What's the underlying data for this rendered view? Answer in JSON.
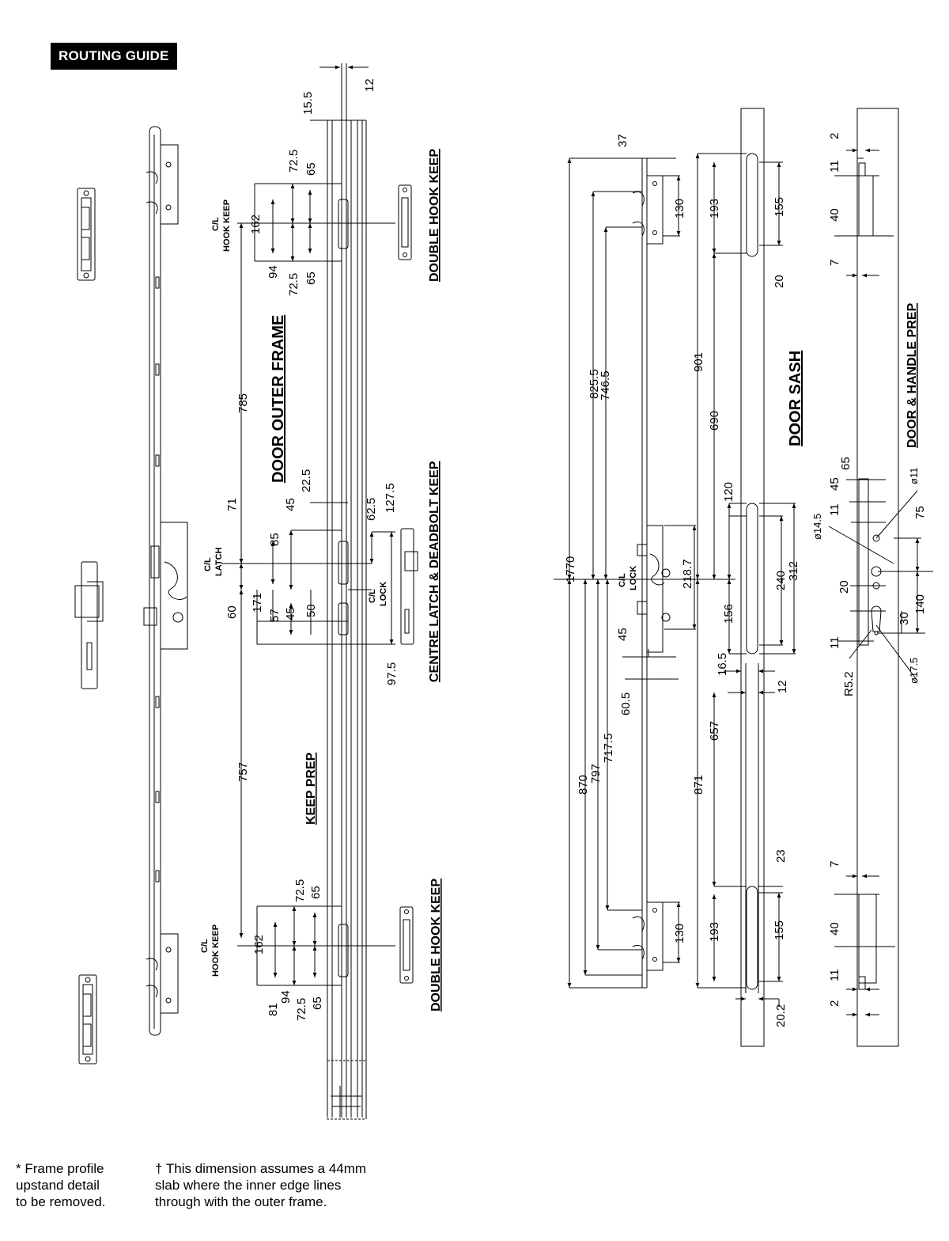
{
  "header": {
    "title": "ROUTING GUIDE"
  },
  "sections": {
    "outer_frame": "DOOR OUTER FRAME",
    "keep_prep": "KEEP PREP",
    "double_hook_keep_top": "DOUBLE HOOK KEEP",
    "centre_keep": "CENTRE LATCH & DEADBOLT KEEP",
    "double_hook_keep_bottom": "DOUBLE HOOK KEEP",
    "door_sash": "DOOR SASH",
    "door_handle_prep": "DOOR & HANDLE PREP"
  },
  "labels": {
    "cl": "C/L",
    "hook_keep": "HOOK KEEP",
    "latch": "LATCH",
    "lock": "LOCK"
  },
  "frame_dims": {
    "d12": "12",
    "d15_5": "15.5",
    "d72_5a": "72.5",
    "d65a": "65",
    "d162a": "162",
    "d94a": "94",
    "d72_5b": "72.5",
    "d65b": "65",
    "d785": "785",
    "d22_5": "22.5",
    "d71": "71",
    "d45a": "45",
    "d62_5": "62.5",
    "d127_5": "127.5",
    "d85": "85",
    "d171": "171",
    "d57": "57",
    "d45b": "45",
    "d50": "50",
    "d60": "60",
    "d97_5": "97.5",
    "d757": "757",
    "d72_5c": "72.5",
    "d65c": "65",
    "d162b": "162",
    "d81": "81",
    "d94b": "94",
    "d72_5d": "72.5",
    "d65d": "65"
  },
  "sash_dims": {
    "d37": "37",
    "d130a": "130",
    "d825_5": "825.5",
    "d746_5": "746.5",
    "d1770": "1770",
    "d218_7": "218.7",
    "d45": "45",
    "d60_5": "60.5",
    "d870": "870",
    "d797": "797",
    "d717_5": "717.5",
    "d130b": "130",
    "d193a": "193",
    "d155a": "155",
    "d20": "20",
    "d901": "901",
    "d690": "690",
    "d120": "120",
    "d240": "240",
    "d312": "312",
    "d156": "156",
    "d16_5": "16.5",
    "d12": "12",
    "d657": "657",
    "d871": "871",
    "d23": "23",
    "d193b": "193",
    "d155b": "155",
    "d20_2": "20.2"
  },
  "prep_dims": {
    "d2a": "2",
    "d11a": "11",
    "d40a": "40",
    "d7a": "7",
    "d65": "65",
    "d45": "45",
    "d11b": "11",
    "dia11": "ø11",
    "dia14_5": "ø14.5",
    "d75": "75",
    "d20": "20",
    "d140": "140",
    "d30": "30",
    "d11c": "11",
    "dia17_5": "ø17.5",
    "r5_2": "R5.2",
    "d7b": "7",
    "d40b": "40",
    "d11d": "11",
    "d2b": "2"
  },
  "notes": {
    "frame_note": [
      "* Frame profile",
      "upstand detail",
      "to be removed."
    ],
    "dagger_note": [
      "† This dimension assumes a 44mm",
      "slab where the inner edge lines",
      "through with the outer frame."
    ]
  }
}
